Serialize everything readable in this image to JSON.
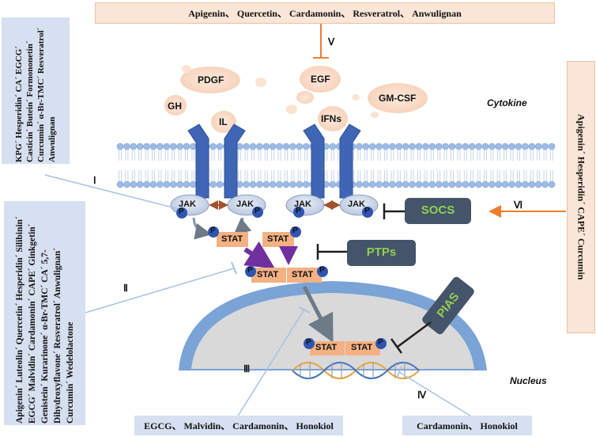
{
  "top_inhibitors": "Apigenin、 Quercetin、 Cardamonin、 Resveratrol、 Anwulignan",
  "left_top_inhibitors": "KPGˊ Hesperidinˊ CAˊ EGCGˊ Casticinˊ Buteinˊ Formononetinˊ Curcuminˊ α-Br-TMCˊ Resveratrolˊ Anwulignan",
  "left_bottom_inhibitors": "Apigeninˊ Luteolinˊ Quercetinˊ Hesperidinˊ Silibininˊ EGCGˊ Malvidinˊ Cardamoninˊ CAPEˊ Ginkgetinˊ Genisteinˊ Kurarinoneˊ α-Br-TMCˊ CAˊ 5,7-Dihydroxyflavoneˊ Resveratrolˊ Anwulignanˊ Curcuminˊ Wedelolactone",
  "right_inhibitors": "Apigeninˊ Hesperidinˊ CAPEˊ Curcumin",
  "bottom_left_inhibitors": "EGCG、 Malvidin、 Cardamonin、 Honokiol",
  "bottom_right_inhibitors": "Cardamonin、 Honokiol",
  "numerals": {
    "i": "Ⅰ",
    "ii": "Ⅱ",
    "iii": "Ⅲ",
    "iv": "Ⅳ",
    "v": "Ⅴ",
    "vi": "Ⅵ"
  },
  "cytokines": {
    "pdgf": "PDGF",
    "gh": "GH",
    "il": "IL",
    "egf": "EGF",
    "gm_csf": "GM-CSF",
    "ifns": "IFNs"
  },
  "labels": {
    "cytokine": "Cytokine",
    "nucleus": "Nucleus",
    "jak": "JAK",
    "stat": "STAT",
    "p": "P",
    "socs": "SOCS",
    "ptps": "PTPs",
    "pias": "PIAS"
  },
  "colors": {
    "box_fill": "#d6e0f0",
    "top_box_fill": "#fbe5d6",
    "receptor": "#3f66b5",
    "stat": "#f4b183",
    "phospho": "#2f55b0",
    "regulator": "#44546a",
    "regulator_text": "#92d050",
    "orange_arrow": "#ed7d31",
    "purple_arrow": "#7030a0",
    "nucleus_fill": "#d9d9d9",
    "nucleus_rim": "#7aa3d6"
  }
}
